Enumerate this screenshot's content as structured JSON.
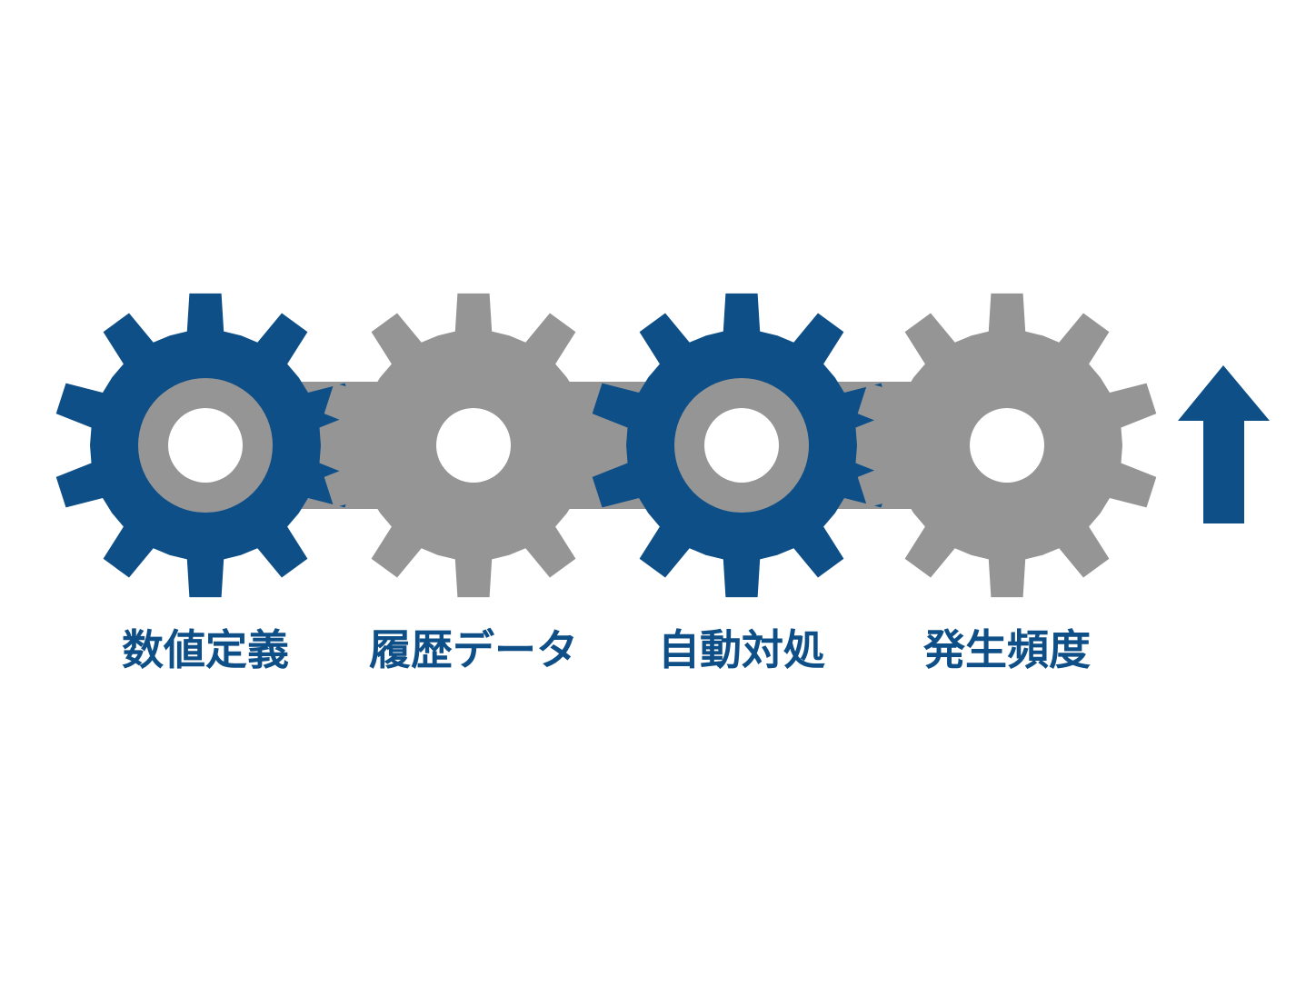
{
  "gears": [
    {
      "label": "数値定義",
      "color": "#0e4f87",
      "ring_color": "#959595"
    },
    {
      "label": "履歴データ",
      "color": "#959595",
      "ring_color": "#959595"
    },
    {
      "label": "自動対処",
      "color": "#0e4f87",
      "ring_color": "#959595"
    },
    {
      "label": "発生頻度",
      "color": "#959595",
      "ring_color": "#959595"
    }
  ],
  "arrow": {
    "icon": "up-arrow-icon",
    "color": "#0e4f87"
  },
  "connector_color": "#959595",
  "background": "#ffffff"
}
